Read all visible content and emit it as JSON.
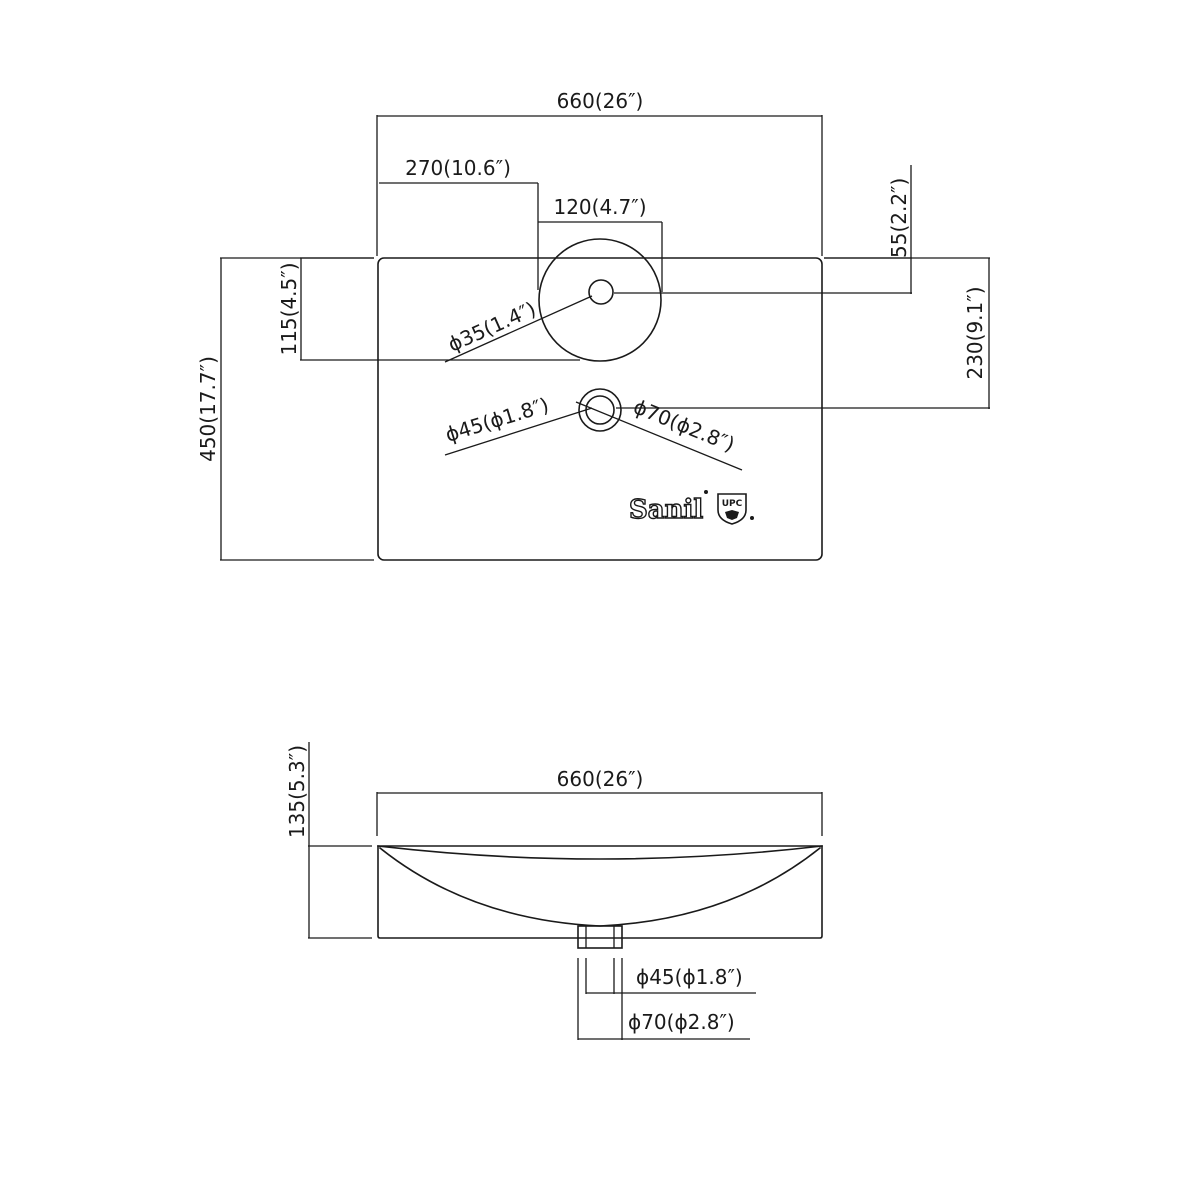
{
  "top_view": {
    "width_total": "660(26″)",
    "offset_left": "270(10.6″)",
    "faucet_deck_width": "120(4.7″)",
    "faucet_hole_to_back": "55(2.2″)",
    "depth_total": "450(17.7″)",
    "deck_depth": "115(4.5″)",
    "drain_to_back": "230(9.1″)",
    "faucet_hole_dia": "ϕ35(1.4″)",
    "drain_dia_inner": "ϕ45(ϕ1.8″)",
    "drain_dia_outer": "ϕ70(ϕ2.8″)"
  },
  "side_view": {
    "width_total": "660(26″)",
    "height_total": "135(5.3″)",
    "drain_dia_inner": "ϕ45(ϕ1.8″)",
    "drain_dia_outer": "ϕ70(ϕ2.8″)"
  },
  "brand": {
    "logo_text": "Sanil",
    "cert_mark": "UPC"
  }
}
